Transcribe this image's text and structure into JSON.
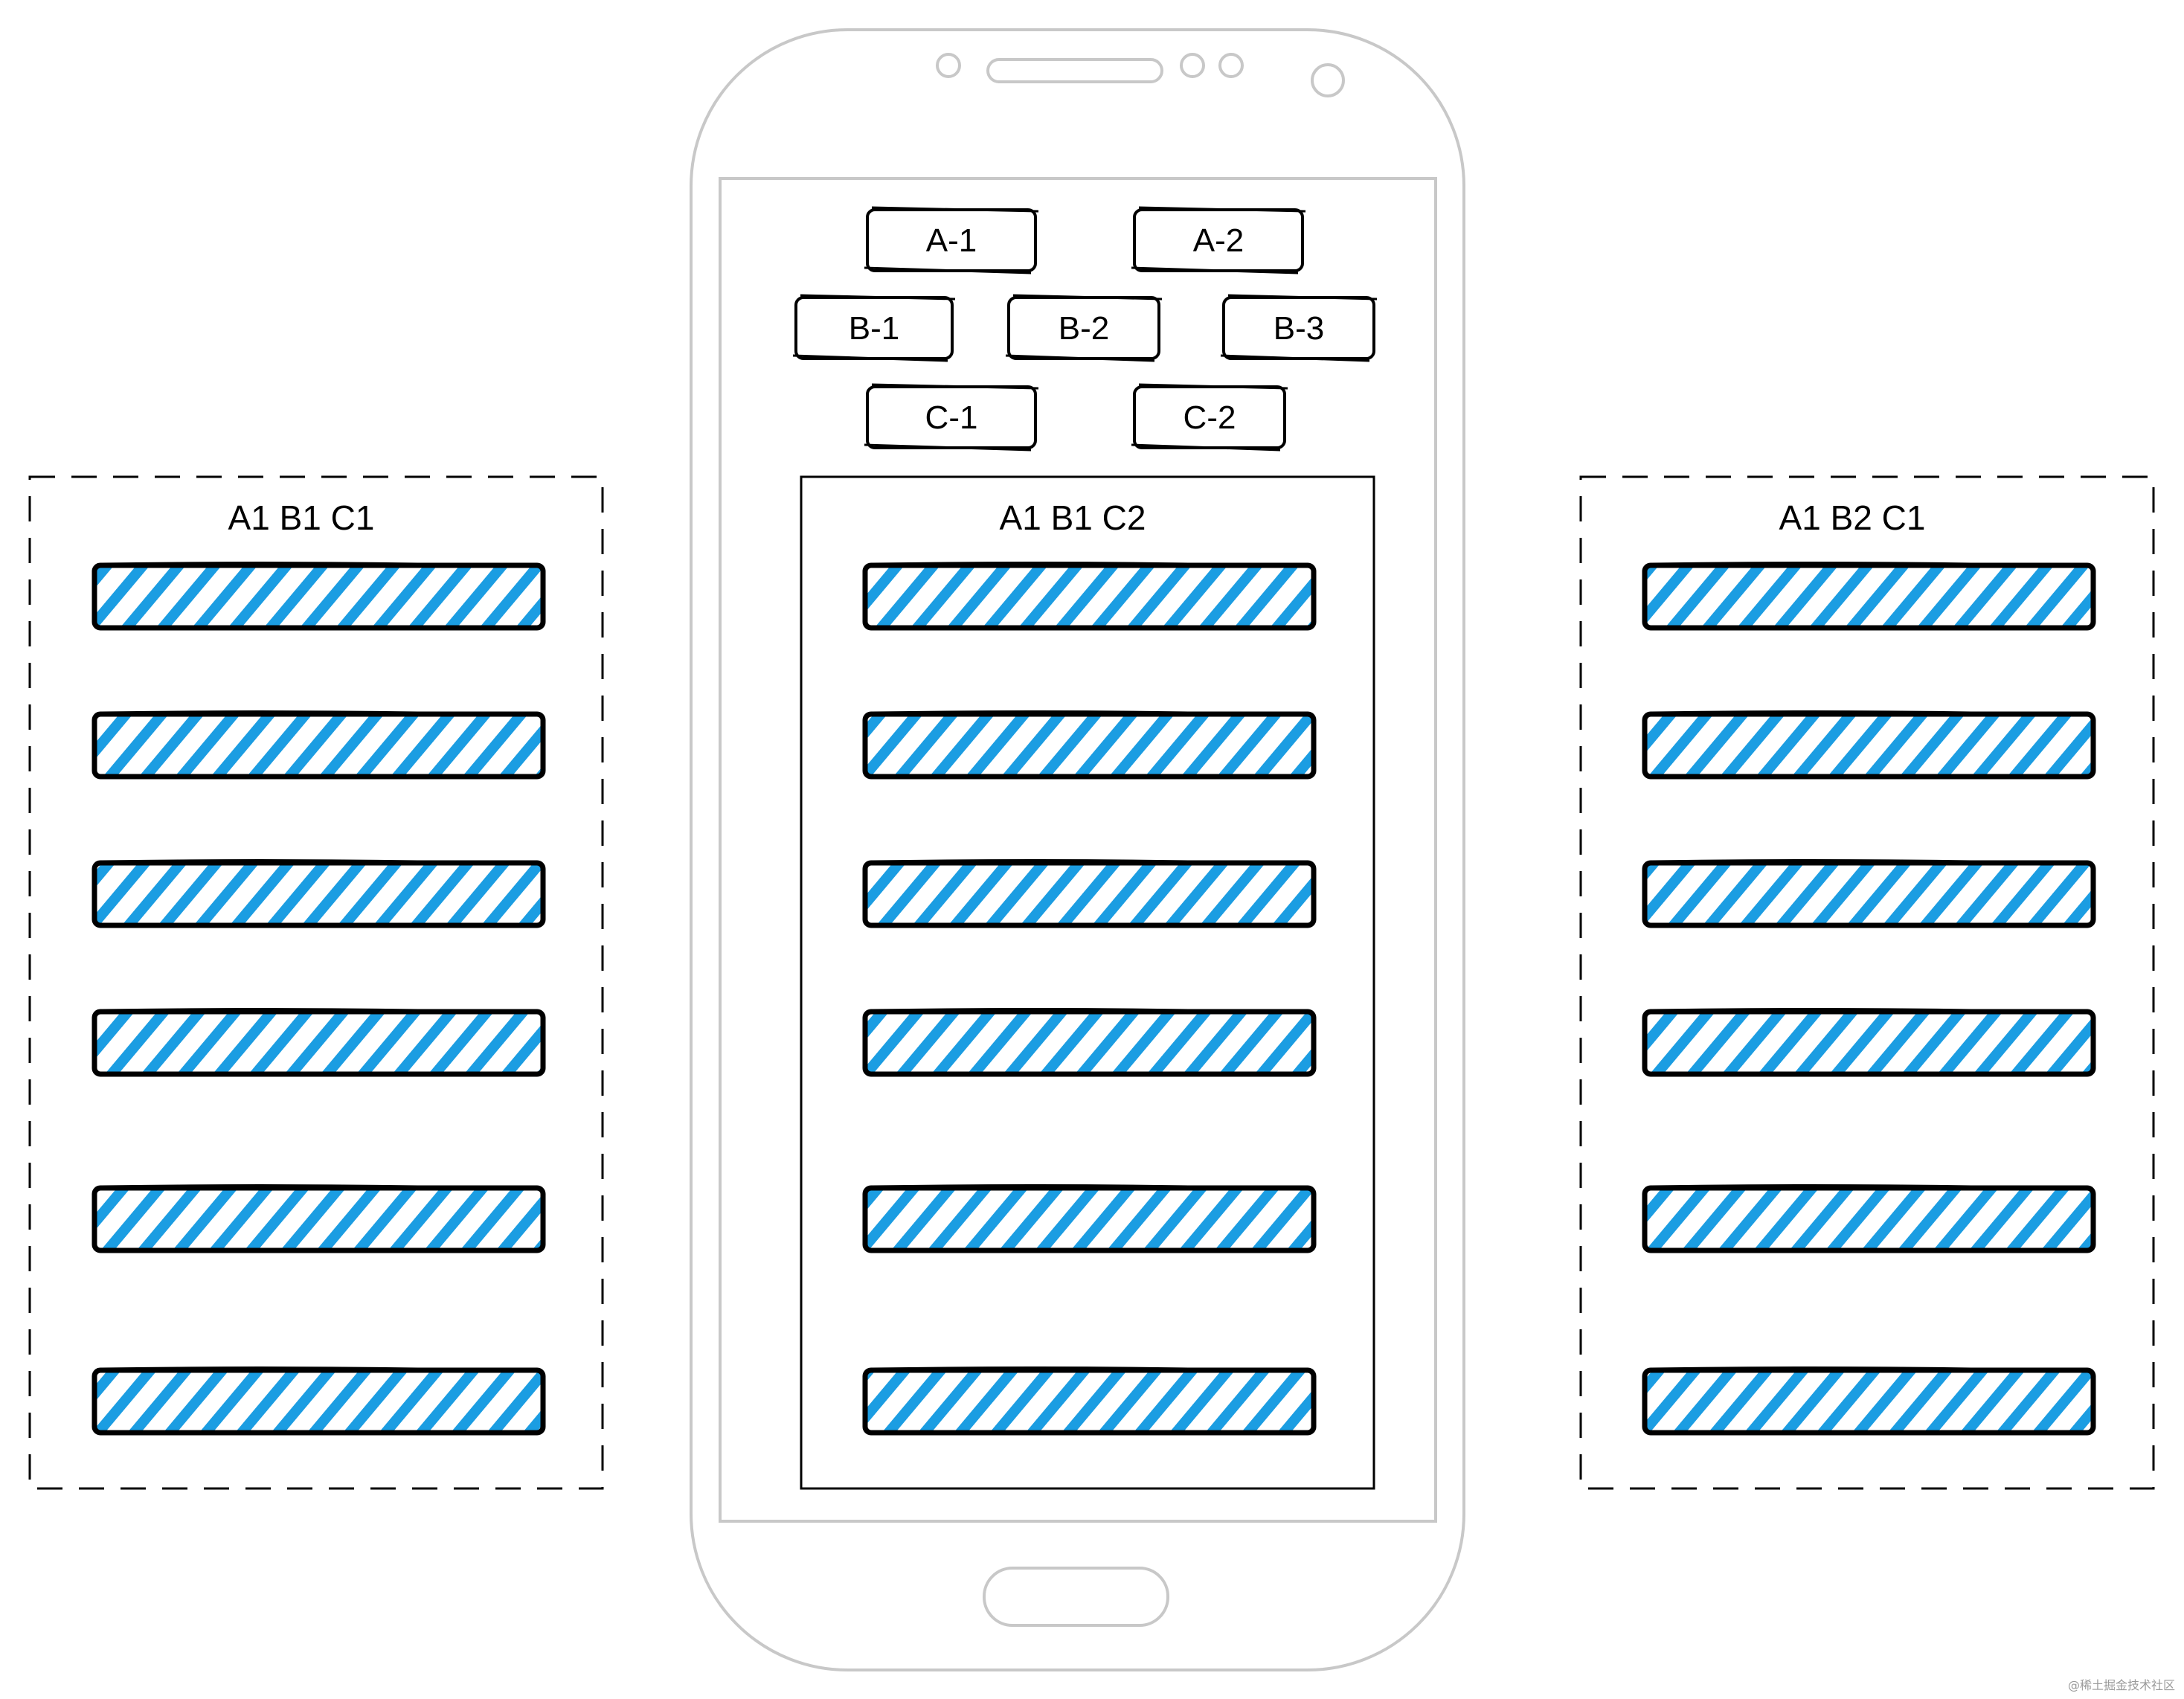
{
  "colors": {
    "phone_outline": "#c8c8c8",
    "ink": "#000000",
    "hatch": "#1b9de2",
    "background": "#ffffff"
  },
  "phone": {
    "buttons": [
      {
        "id": "a1",
        "label": "A-1",
        "group": "A"
      },
      {
        "id": "a2",
        "label": "A-2",
        "group": "A"
      },
      {
        "id": "b1",
        "label": "B-1",
        "group": "B"
      },
      {
        "id": "b2",
        "label": "B-2",
        "group": "B"
      },
      {
        "id": "b3",
        "label": "B-3",
        "group": "B"
      },
      {
        "id": "c1",
        "label": "C-1",
        "group": "C"
      },
      {
        "id": "c2",
        "label": "C-2",
        "group": "C"
      }
    ]
  },
  "panels": [
    {
      "id": "left",
      "title": "A1 B1 C1",
      "border": "dashed",
      "items": 6
    },
    {
      "id": "center",
      "title": "A1 B1 C2",
      "border": "solid",
      "items": 6
    },
    {
      "id": "right",
      "title": "A1 B2 C1",
      "border": "dashed",
      "items": 6
    }
  ],
  "watermark": "@稀土掘金技术社区"
}
